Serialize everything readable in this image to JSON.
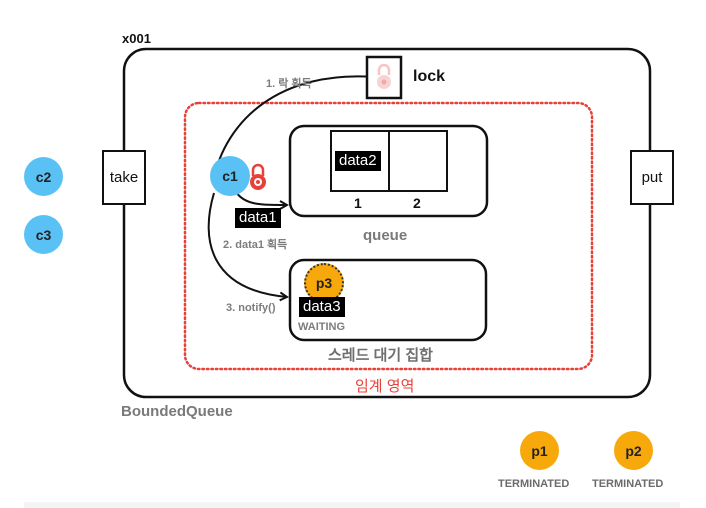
{
  "object_id": "x001",
  "class_name": "BoundedQueue",
  "critical_section_label": "임계 영역",
  "lock": {
    "label": "lock",
    "icon": "padlock-icon",
    "state": "held-by-c1"
  },
  "methods": {
    "take": "take",
    "put": "put"
  },
  "queue": {
    "label": "queue",
    "slots": [
      {
        "index_label": "1",
        "value": "data2"
      },
      {
        "index_label": "2",
        "value": ""
      }
    ]
  },
  "wait_set": {
    "label": "스레드 대기 집합",
    "threads": [
      {
        "name": "p3",
        "data": "data3",
        "state": "WAITING"
      }
    ]
  },
  "active_thread": {
    "name": "c1",
    "holding": "data1",
    "lock_icon": "padlock-icon"
  },
  "steps": [
    {
      "label": "1. 락 획득"
    },
    {
      "label": "2. data1 획득"
    },
    {
      "label": "3. notify()"
    }
  ],
  "waiting_consumers": [
    {
      "name": "c2"
    },
    {
      "name": "c3"
    }
  ],
  "terminated_producers": [
    {
      "name": "p1",
      "state": "TERMINATED"
    },
    {
      "name": "p2",
      "state": "TERMINATED"
    }
  ],
  "colors": {
    "consumer": "#5ac1f5",
    "producer": "#f7a90c",
    "critical_section": "#e8413a",
    "lock_held": "#e8413a",
    "lock_faded": "#f6c5c5"
  }
}
